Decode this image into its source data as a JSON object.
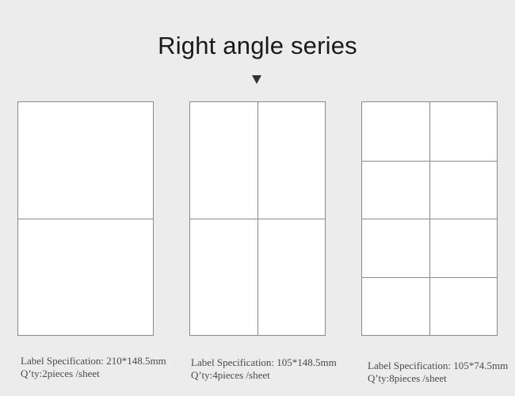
{
  "title": "Right angle series",
  "arrow_icon": "down-triangle-icon",
  "series": [
    {
      "spec": "Label Specification: 210*148.5mm",
      "qty": "Q’ty:2pieces /sheet",
      "columns": 1,
      "rows": 2
    },
    {
      "spec": "Label Specification: 105*148.5mm",
      "qty": "Q’ty:4pieces /sheet",
      "columns": 2,
      "rows": 2
    },
    {
      "spec": "Label Specification: 105*74.5mm",
      "qty": "Q’ty:8pieces /sheet",
      "columns": 2,
      "rows": 4
    }
  ]
}
